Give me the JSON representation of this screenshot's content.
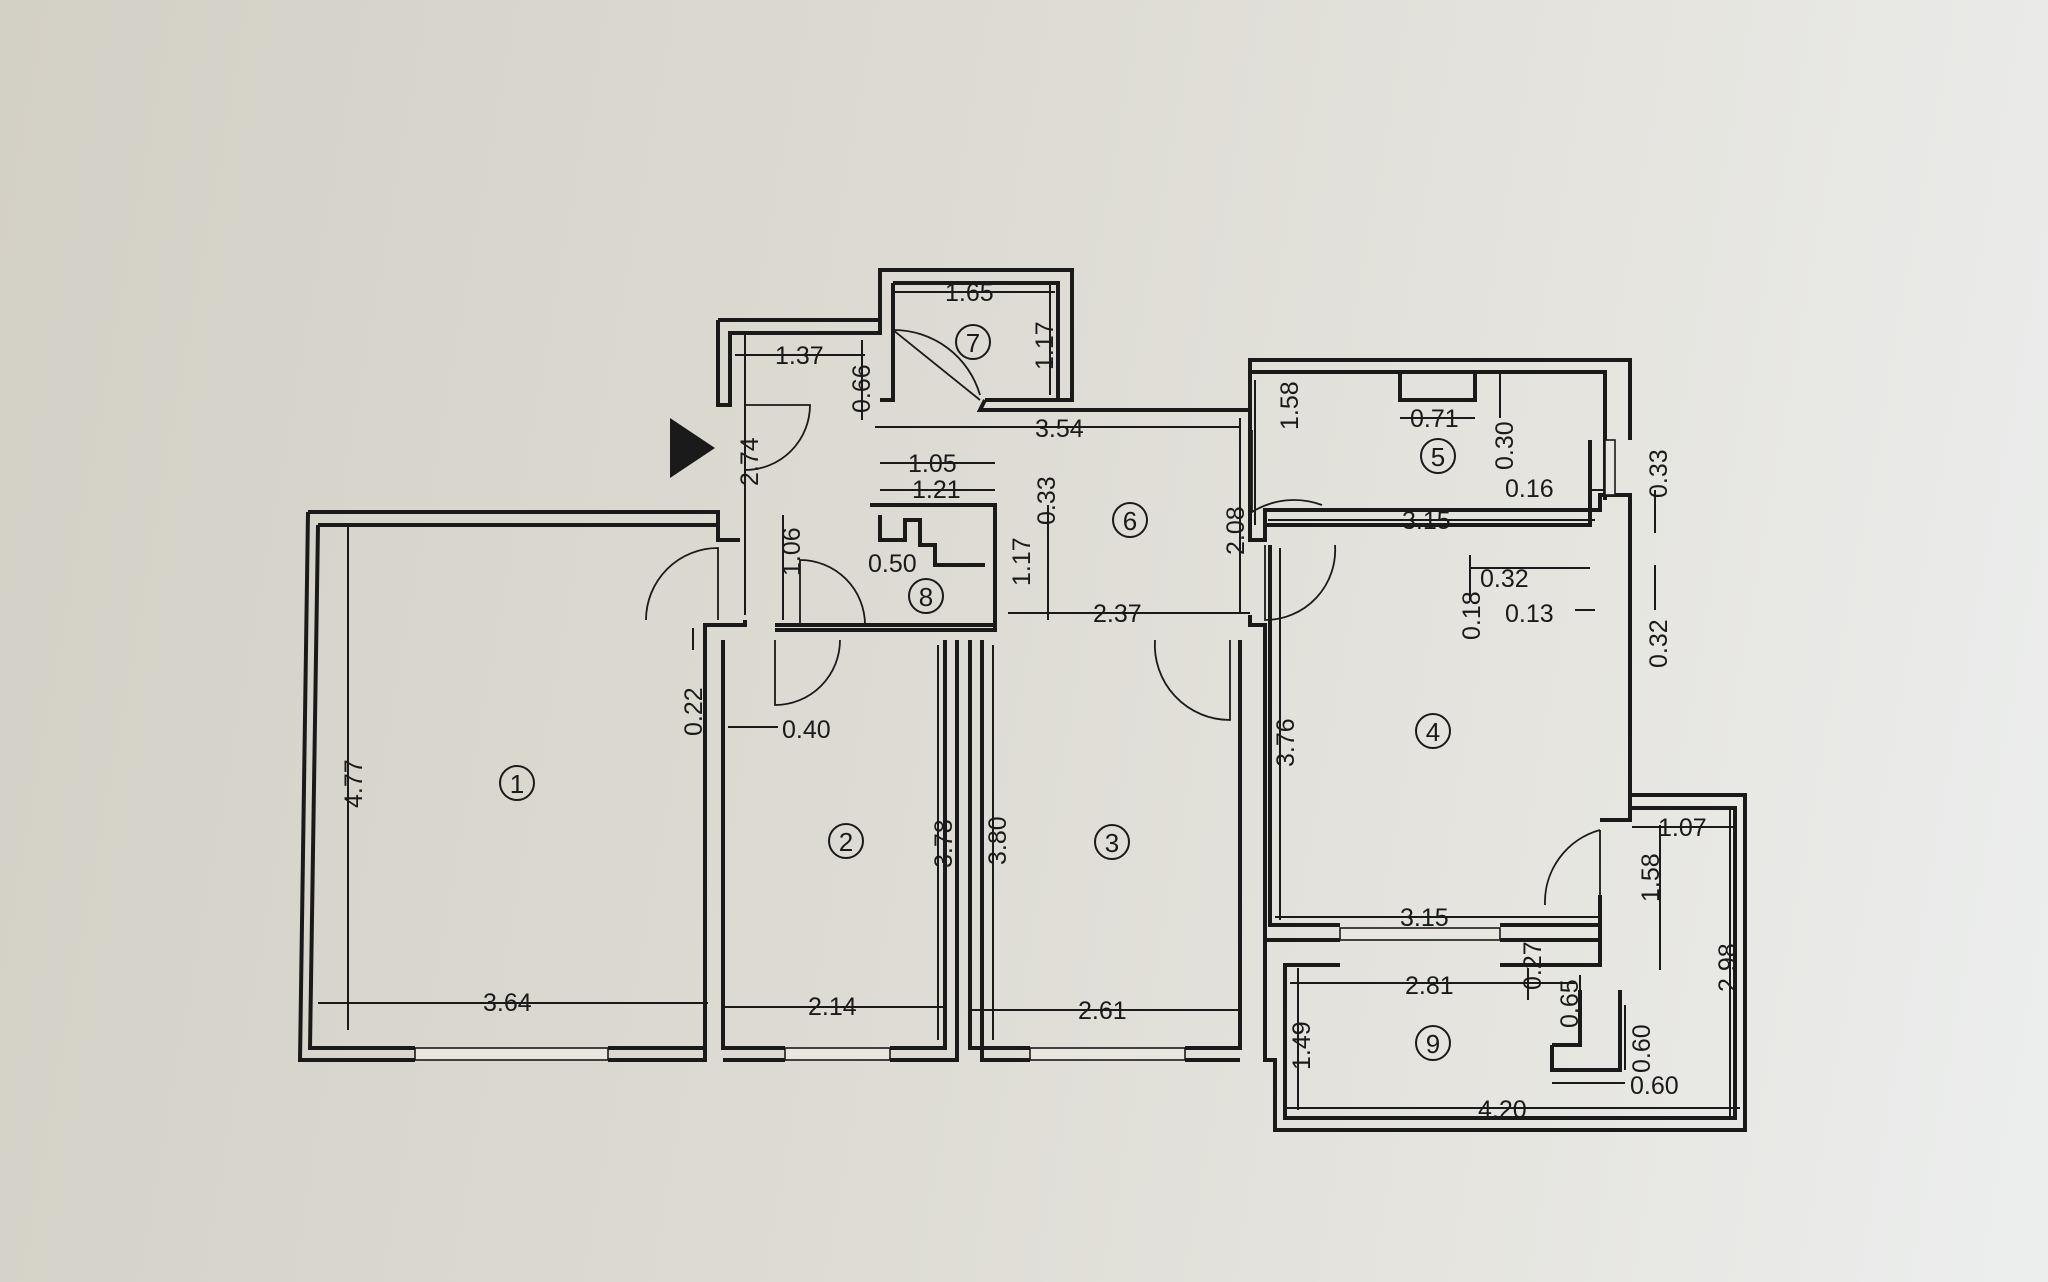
{
  "rooms": [
    "1",
    "2",
    "3",
    "4",
    "5",
    "6",
    "7",
    "8",
    "9"
  ],
  "dimensions": {
    "d_1_65": "1.65",
    "d_1_17_top": "1.17",
    "d_1_37": "1.37",
    "d_0_66": "0.66",
    "d_3_54": "3.54",
    "d_2_74": "2.74",
    "d_1_05": "1.05",
    "d_1_21": "1.21",
    "d_0_33_mid": "0.33",
    "d_1_06": "1.06",
    "d_0_50": "0.50",
    "d_1_17_mid": "1.17",
    "d_2_37": "2.37",
    "d_2_08": "2.08",
    "d_1_58_top": "1.58",
    "d_0_71": "0.71",
    "d_0_30": "0.30",
    "d_0_16": "0.16",
    "d_0_33_right": "0.33",
    "d_3_15_top": "3.15",
    "d_0_32_a": "0.32",
    "d_0_18": "0.18",
    "d_0_13": "0.13",
    "d_0_32_b": "0.32",
    "d_4_77": "4.77",
    "d_0_22": "0.22",
    "d_0_40": "0.40",
    "d_3_78": "3.78",
    "d_3_80": "3.80",
    "d_3_76": "3.76",
    "d_3_64": "3.64",
    "d_2_14": "2.14",
    "d_2_61": "2.61",
    "d_1_07": "1.07",
    "d_1_58_bot": "1.58",
    "d_3_15_bot": "3.15",
    "d_2_98": "2.98",
    "d_2_81": "2.81",
    "d_0_27": "0.27",
    "d_0_65": "0.65",
    "d_0_60_v": "0.60",
    "d_1_49": "1.49",
    "d_0_60_h": "0.60",
    "d_4_20": "4.20"
  },
  "colors": {
    "ink": "#1a1a1a",
    "paper": "#dddbd3"
  },
  "icons": {
    "entrance": "entrance-arrow-icon"
  }
}
